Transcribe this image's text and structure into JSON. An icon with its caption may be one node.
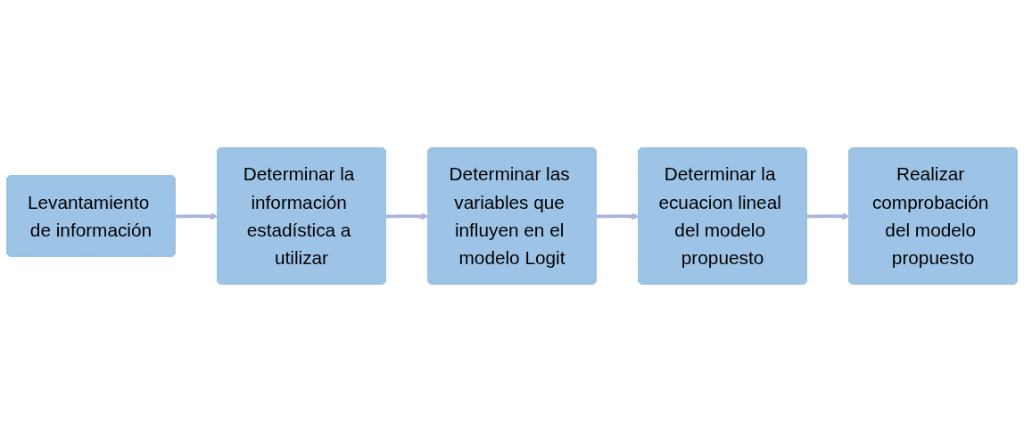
{
  "diagram": {
    "nodes": [
      {
        "text": [
          "Levantamiento de información"
        ]
      },
      {
        "text": [
          "Determinar la información estadística a utilizar"
        ]
      },
      {
        "text": [
          "Determinar las variables que influyen en el modelo Logit"
        ]
      },
      {
        "text": [
          "Determinar la ecuacion lineal del modelo propuesto"
        ]
      },
      {
        "text": [
          "Realizar comprobación del modelo propuesto"
        ]
      }
    ],
    "edges": [
      {
        "from": 0,
        "to": 1,
        "arrow": "to"
      },
      {
        "from": 1,
        "to": 2,
        "arrow": "to"
      },
      {
        "from": 2,
        "to": 3,
        "arrow": "to"
      },
      {
        "from": 3,
        "to": 4,
        "arrow": "to"
      }
    ]
  }
}
